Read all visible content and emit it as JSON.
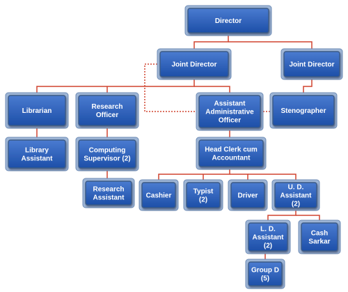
{
  "colors": {
    "box_top": "#4a7bd0",
    "box_bottom": "#1d4fa8",
    "box_border": "#3b5a86",
    "frame": "#9fb6d6",
    "connector": "#d0432f"
  },
  "nodes": {
    "director": {
      "lines": [
        "Director"
      ]
    },
    "joint_director_1": {
      "lines": [
        "Joint  Director"
      ]
    },
    "joint_director_2": {
      "lines": [
        "Joint  Director"
      ]
    },
    "librarian": {
      "lines": [
        "Librarian"
      ]
    },
    "research_officer": {
      "lines": [
        "Research",
        "Officer"
      ]
    },
    "assistant_administrative_officer": {
      "lines": [
        "Assistant",
        "Administrative",
        "Officer"
      ]
    },
    "stenographer": {
      "lines": [
        "Stenographer"
      ]
    },
    "library_assistant": {
      "lines": [
        "Library",
        "Assistant"
      ]
    },
    "computing_supervisor": {
      "lines": [
        "Computing",
        "Supervisor (2)"
      ]
    },
    "head_clerk_cum_accountant": {
      "lines": [
        "Head Clerk cum",
        "Accountant"
      ]
    },
    "research_assistant": {
      "lines": [
        "Research",
        "Assistant"
      ]
    },
    "cashier": {
      "lines": [
        "Cashier"
      ]
    },
    "typist": {
      "lines": [
        "Typist",
        "(2)"
      ]
    },
    "driver": {
      "lines": [
        "Driver"
      ]
    },
    "ud_assistant": {
      "lines": [
        "U. D.",
        "Assistant",
        "(2)"
      ]
    },
    "ld_assistant": {
      "lines": [
        "L. D.",
        "Assistant",
        "(2)"
      ]
    },
    "cash_sarkar": {
      "lines": [
        "Cash",
        "Sarkar"
      ]
    },
    "group_d": {
      "lines": [
        "Group D",
        "(5)"
      ]
    }
  }
}
